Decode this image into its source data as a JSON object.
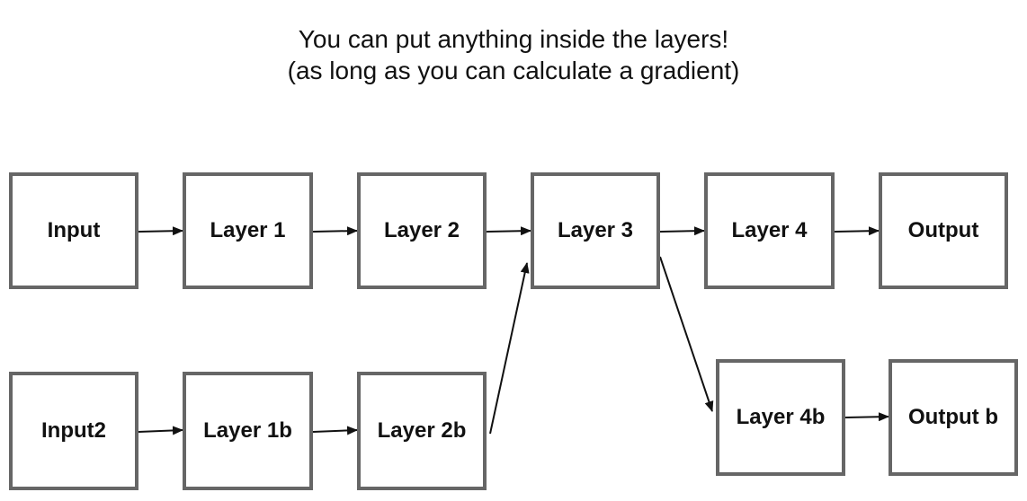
{
  "title": {
    "line1": "You can put anything inside the layers!",
    "line2": "(as long as you can calculate a gradient)"
  },
  "nodes": {
    "input": "Input",
    "layer1": "Layer 1",
    "layer2": "Layer 2",
    "layer3": "Layer 3",
    "layer4": "Layer 4",
    "output": "Output",
    "input2": "Input2",
    "layer1b": "Layer 1b",
    "layer2b": "Layer 2b",
    "layer4b": "Layer 4b",
    "outputb": "Output b"
  },
  "edges": [
    [
      "input",
      "layer1"
    ],
    [
      "layer1",
      "layer2"
    ],
    [
      "layer2",
      "layer3"
    ],
    [
      "layer3",
      "layer4"
    ],
    [
      "layer4",
      "output"
    ],
    [
      "input2",
      "layer1b"
    ],
    [
      "layer1b",
      "layer2b"
    ],
    [
      "layer2b",
      "layer3"
    ],
    [
      "layer3",
      "layer4b"
    ],
    [
      "layer4b",
      "outputb"
    ]
  ],
  "colors": {
    "box_border": "#666666",
    "arrow": "#111111"
  }
}
